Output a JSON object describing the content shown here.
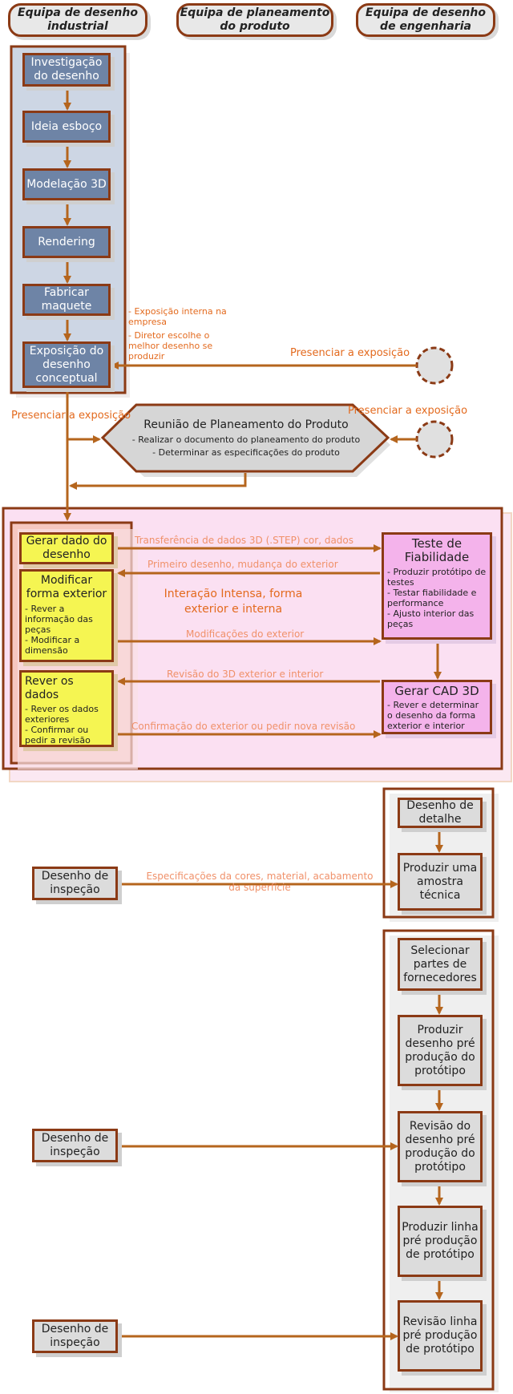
{
  "lanes": {
    "industrial": "Equipa de desenho industrial",
    "product": "Equipa de planeamento do produto",
    "engineering": "Equipa de desenho de engenharia"
  },
  "steps": {
    "investigacao": "Investigação do desenho",
    "ideia": "Ideia esboço",
    "modelacao": "Modelação 3D",
    "rendering": "Rendering",
    "fabricar": "Fabricar maquete",
    "exposicao": "Exposição do desenho conceptual"
  },
  "exposure_note": [
    "- Exposição interna na empresa",
    "- Diretor escolhe o melhor desenho se produzir"
  ],
  "presence_labels": {
    "eng_to_exposicao": "Presenciar a exposição",
    "industrial": "Presenciar a exposição",
    "right": "Presenciar a exposição"
  },
  "meeting": {
    "title": "Reunião de Planeamento do Produto",
    "items": [
      "- Realizar o documento do planeamento do produto",
      "- Determinar as especificações do produto"
    ]
  },
  "phase2": {
    "gerar": "Gerar dado do desenho",
    "modificar": {
      "title": "Modificar forma exterior",
      "items": [
        "- Rever a informação das peças",
        "- Modificar a dimensão"
      ]
    },
    "rever": {
      "title": "Rever os dados",
      "items": [
        "- Rever os dados exteriores",
        "- Confirmar ou pedir a revisão"
      ]
    },
    "teste": {
      "title": "Teste de Fiabilidade",
      "items": [
        "- Produzir protótipo de testes",
        "- Testar fiabilidade e performance",
        "- Ajusto interior das peças"
      ]
    },
    "cad": {
      "title": "Gerar CAD 3D",
      "items": [
        "- Rever e determinar o desenho da forma exterior e interior"
      ]
    },
    "interaction": "Interação Intensa, forma exterior e interna",
    "flows": {
      "transfer": "Transferência de dados 3D (.STEP) cor, dados",
      "first": "Primeiro desenho, mudança do exterior",
      "mods": "Modificações do exterior",
      "review3d": "Revisão do 3D exterior e interior",
      "confirm": "Confirmação do exterior ou pedir nova revisão"
    }
  },
  "phase3": {
    "detalhe": "Desenho de detalhe",
    "amostra": "Produzir uma amostra técnica",
    "selecionar": "Selecionar partes de fornecedores",
    "produzir_desenho": "Produzir desenho pré produção do protótipo",
    "revisao_desenho": "Revisão do desenho pré produção do protótipo",
    "produzir_linha": "Produzir linha pré produção de protótipo",
    "revisao_linha": "Revisão linha pré produção de protótipo",
    "inspecao": [
      "Desenho de inspeção",
      "Desenho de inspeção",
      "Desenho de inspeção"
    ],
    "specs_label": "Especificações da cores, material, acabamento da superfície"
  },
  "colors": {
    "border": "#8b3a15",
    "arrow": "#b5651d",
    "label": "#e36a1e",
    "blue_box": "#6e84a6",
    "yellow_box": "#f5f552",
    "pink_box": "#f4b3eb",
    "grey_box": "#dcdcdc"
  }
}
